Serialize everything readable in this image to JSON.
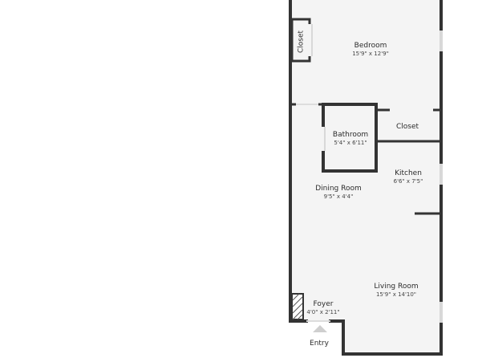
{
  "colors": {
    "wall": "#333333",
    "floor": "#f4f4f4",
    "window": "#d8d8d8",
    "arrow": "#cfcfcf"
  },
  "rooms": {
    "bedroom": {
      "name": "Bedroom",
      "dims": "15'9\" x 12'9\""
    },
    "bathroom": {
      "name": "Bathroom",
      "dims": "5'4\" x 6'11\""
    },
    "kitchen": {
      "name": "Kitchen",
      "dims": "6'6\" x 7'5\""
    },
    "dining_room": {
      "name": "Dining Room",
      "dims": "9'5\" x 4'4\""
    },
    "living_room": {
      "name": "Living Room",
      "dims": "15'9\" x 14'10\""
    },
    "foyer": {
      "name": "Foyer",
      "dims": "4'0\" x 2'11\""
    }
  },
  "closets": {
    "bedroom_closet": "Closet",
    "kitchen_closet": "Closet"
  },
  "entry": {
    "label": "Entry",
    "icon": "entry-arrow-icon"
  }
}
